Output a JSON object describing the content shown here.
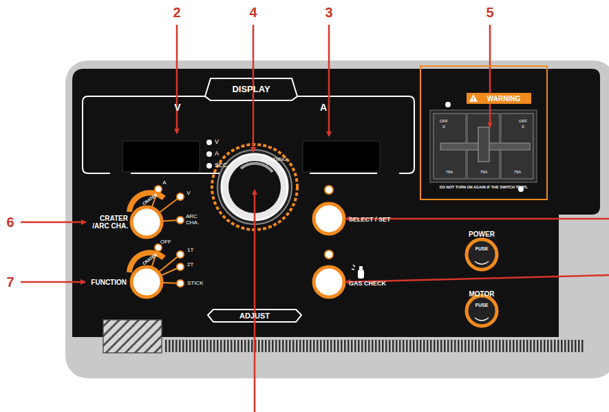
{
  "diagram": {
    "nodes": [
      {
        "text": [
          "DISPLAY"
        ]
      },
      {
        "text": [
          "DO NOT TURN ON AGAIN IF THE SWITCH TRIPS."
        ]
      },
      {
        "text": [
          "WARNING"
        ],
        "in": 1
      },
      {
        "text": [
          "ADJUST"
        ]
      }
    ],
    "labels": [
      "2",
      "4",
      "3",
      "5",
      "6",
      "7",
      "V",
      "A",
      "V",
      "A",
      "SEC",
      "WELDING",
      "OFF",
      "0",
      "75A",
      "75A",
      "OFF",
      "0",
      "75A",
      "POWER",
      "FUSE",
      "MOTOR",
      "FUSE",
      "CRATER /ARC CHA.",
      "A",
      "V",
      "CRATER",
      "ARC CHA.",
      "FUNCTION",
      "OFF",
      "1T",
      "2T",
      "CRATER",
      "STICK",
      "SELECT / SET",
      "GAS CHECK"
    ]
  }
}
